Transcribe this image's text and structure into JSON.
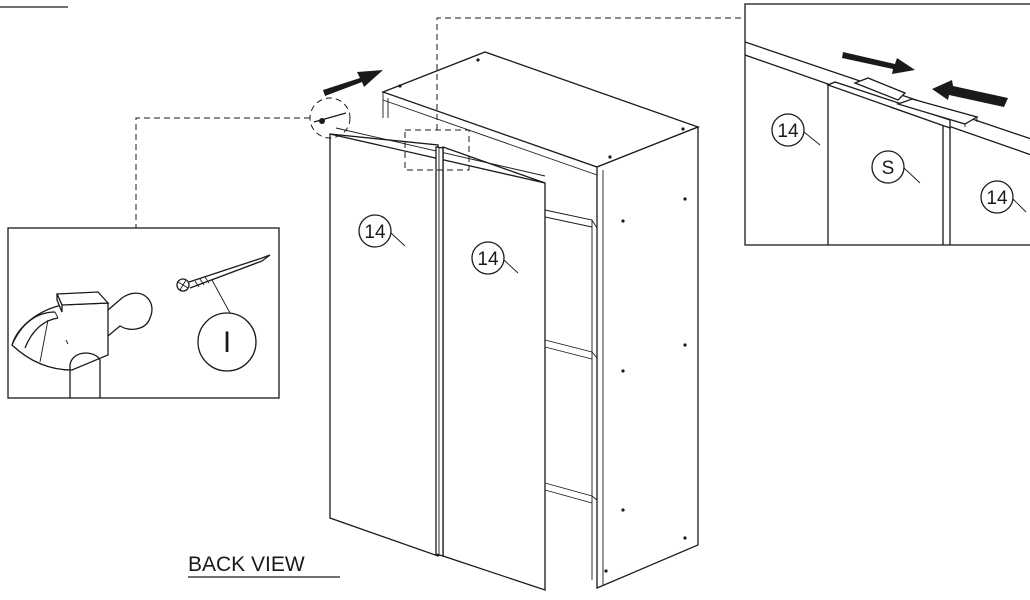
{
  "view_label": "BACK VIEW",
  "parts": {
    "back_panel_left": "14",
    "back_panel_right": "14",
    "detail_panel_left": "14",
    "detail_joiner": "S",
    "detail_panel_right": "14",
    "nail": "I"
  },
  "icons": {
    "hammer": "hammer-icon",
    "nail": "nail-icon",
    "push_arrow": "arrow-icon"
  }
}
